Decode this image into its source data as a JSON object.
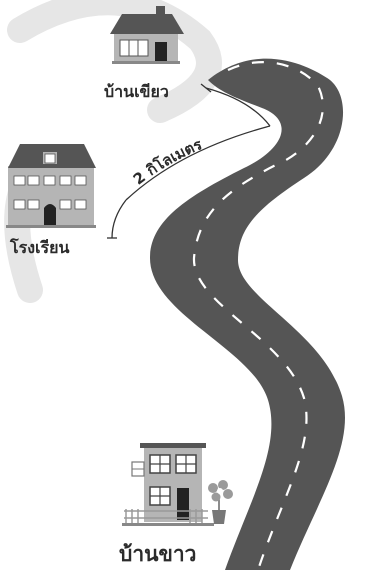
{
  "labels": {
    "green_house": "บ้านเขียว",
    "school": "โรงเรียน",
    "white_house": "บ้านขาว",
    "distance": "2 กิโลเมตร"
  },
  "icons": {
    "green_house": "house-icon",
    "school": "school-building-icon",
    "white_house": "two-story-house-icon",
    "plant": "potted-flower-icon",
    "road": "winding-road"
  },
  "colors": {
    "road": "#555555",
    "house_wall": "#b5b5b5",
    "roof": "#555555",
    "text": "#2b2b2b",
    "watermark": "#e6e6e6"
  }
}
